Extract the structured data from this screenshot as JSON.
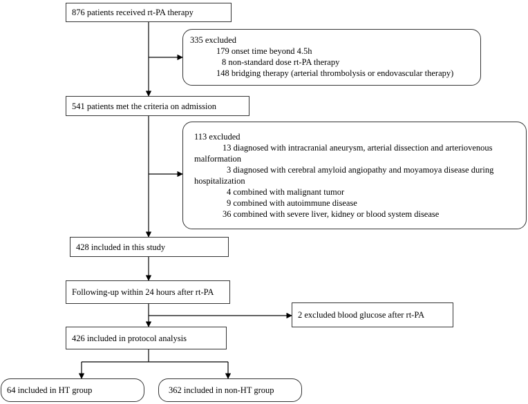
{
  "boxes": {
    "received": "876 patients received rt-PA therapy",
    "exclusion_1": {
      "title": "335 excluded",
      "items": [
        "179 onset time beyond 4.5h",
        "8 non-standard dose rt-PA therapy",
        "148 bridging therapy (arterial thrombolysis or endovascular therapy)"
      ]
    },
    "met_criteria": "541 patients met the criteria on admission",
    "exclusion_2": {
      "title": "113 excluded",
      "items": [
        "13 diagnosed with intracranial aneurysm, arterial dissection and arteriovenous malformation",
        "3 diagnosed with cerebral amyloid angiopathy and moyamoya disease during hospitalization",
        "4 combined with malignant tumor",
        "9 combined with autoimmune disease",
        "36 combined with severe liver, kidney or blood system disease"
      ]
    },
    "included": "428 included in this study",
    "follow_up": "Following-up within 24 hours after rt-PA",
    "exclusion_3": "2 excluded blood glucose after rt-PA",
    "protocol": "426 included in protocol analysis",
    "ht_group": "64 included in HT group",
    "non_ht_group": "362 included in non-HT group"
  }
}
